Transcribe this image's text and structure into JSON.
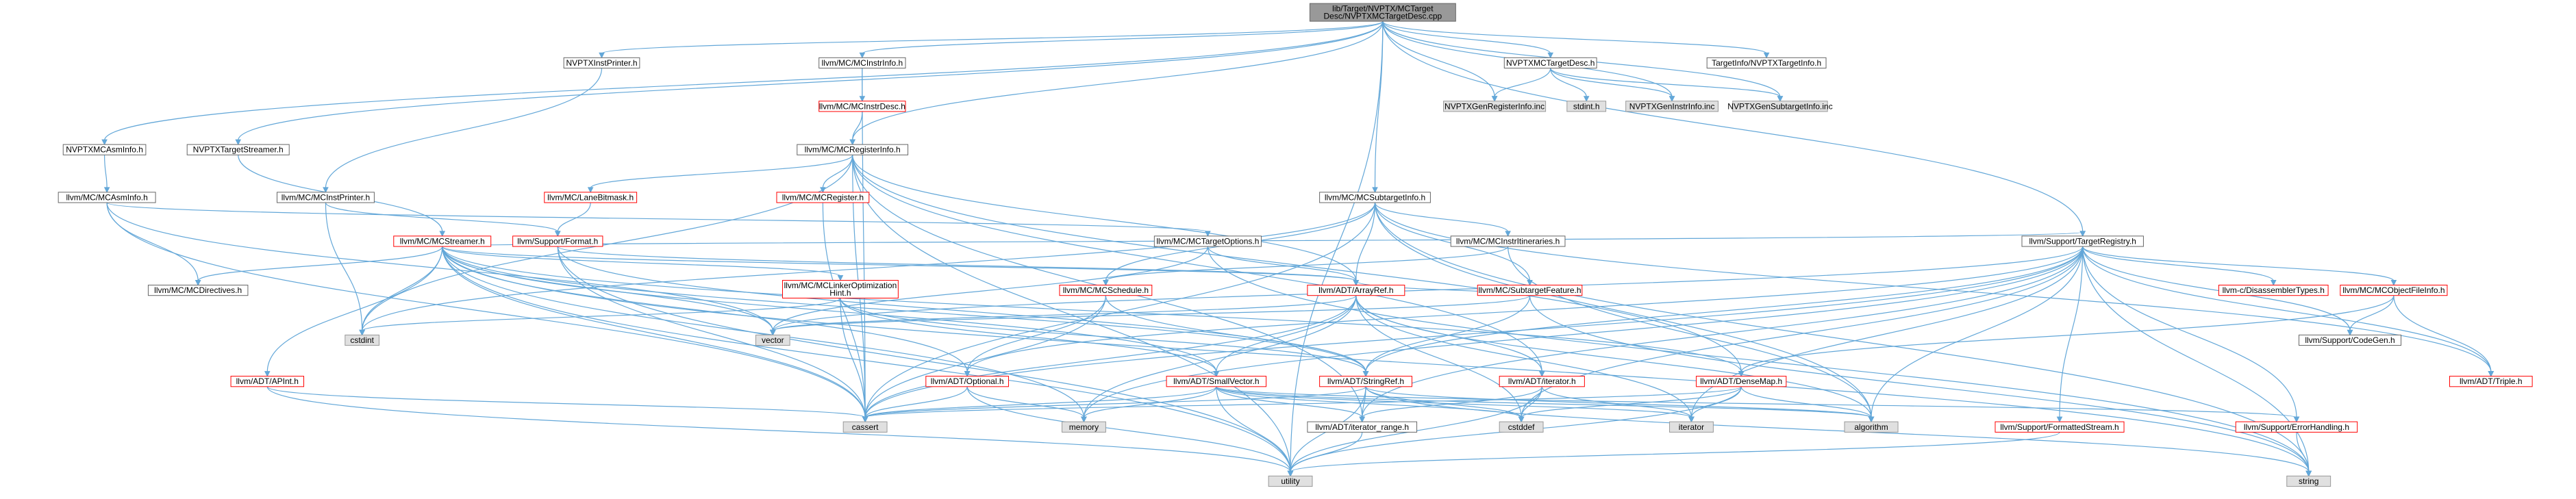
{
  "colors": {
    "root_fill": "#999999",
    "root_border": "#666666",
    "default_fill": "#ffffff",
    "default_border": "#666666",
    "red_border": "#ff0000",
    "gray_fill": "#e0e0e0",
    "gray_border": "#999999",
    "edge": "#63a7d8"
  },
  "nodes": [
    {
      "id": "root",
      "label": [
        "lib/Target/NVPTX/MCTarget",
        "Desc/NVPTXMCTargetDesc.cpp"
      ],
      "style": "root"
    },
    {
      "id": "nvptxinstprinter",
      "label": [
        "NVPTXInstPrinter.h"
      ],
      "style": "default"
    },
    {
      "id": "mcinstrinfo",
      "label": [
        "llvm/MC/MCInstrInfo.h"
      ],
      "style": "default"
    },
    {
      "id": "nvptxmctargetdesch",
      "label": [
        "NVPTXMCTargetDesc.h"
      ],
      "style": "default"
    },
    {
      "id": "targetinfo",
      "label": [
        "TargetInfo/NVPTXTargetInfo.h"
      ],
      "style": "default"
    },
    {
      "id": "mcinstrdesc",
      "label": [
        "llvm/MC/MCInstrDesc.h"
      ],
      "style": "red"
    },
    {
      "id": "genreginfo",
      "label": [
        "NVPTXGenRegisterInfo.inc"
      ],
      "style": "gray"
    },
    {
      "id": "stdint",
      "label": [
        "stdint.h"
      ],
      "style": "gray"
    },
    {
      "id": "geninstrinfo",
      "label": [
        "NVPTXGenInstrInfo.inc"
      ],
      "style": "gray"
    },
    {
      "id": "gensubtargetinfo",
      "label": [
        "NVPTXGenSubtargetInfo.inc"
      ],
      "style": "gray"
    },
    {
      "id": "nvptxmcasminfo",
      "label": [
        "NVPTXMCAsmInfo.h"
      ],
      "style": "default"
    },
    {
      "id": "nvptxtargetstreamer",
      "label": [
        "NVPTXTargetStreamer.h"
      ],
      "style": "default"
    },
    {
      "id": "mcregisterinfo",
      "label": [
        "llvm/MC/MCRegisterInfo.h"
      ],
      "style": "default"
    },
    {
      "id": "mcasminfo",
      "label": [
        "llvm/MC/MCAsmInfo.h"
      ],
      "style": "default"
    },
    {
      "id": "mcinstprinter",
      "label": [
        "llvm/MC/MCInstPrinter.h"
      ],
      "style": "default"
    },
    {
      "id": "lanebitmask",
      "label": [
        "llvm/MC/LaneBitmask.h"
      ],
      "style": "red"
    },
    {
      "id": "mcregister",
      "label": [
        "llvm/MC/MCRegister.h"
      ],
      "style": "red"
    },
    {
      "id": "mcsubtargetinfo",
      "label": [
        "llvm/MC/MCSubtargetInfo.h"
      ],
      "style": "default"
    },
    {
      "id": "supportformat",
      "label": [
        "llvm/Support/Format.h"
      ],
      "style": "red"
    },
    {
      "id": "mcstreamer",
      "label": [
        "llvm/MC/MCStreamer.h"
      ],
      "style": "red"
    },
    {
      "id": "mctargetoptions",
      "label": [
        "llvm/MC/MCTargetOptions.h"
      ],
      "style": "default"
    },
    {
      "id": "mcinstritineraries",
      "label": [
        "llvm/MC/MCInstrItineraries.h"
      ],
      "style": "default"
    },
    {
      "id": "targetregistry",
      "label": [
        "llvm/Support/TargetRegistry.h"
      ],
      "style": "default"
    },
    {
      "id": "mcdirectives",
      "label": [
        "llvm/MC/MCDirectives.h"
      ],
      "style": "default"
    },
    {
      "id": "mclinkeropt",
      "label": [
        "llvm/MC/MCLinkerOptimization",
        "Hint.h"
      ],
      "style": "red"
    },
    {
      "id": "mcschedule",
      "label": [
        "llvm/MC/MCSchedule.h"
      ],
      "style": "red"
    },
    {
      "id": "arrayref",
      "label": [
        "llvm/ADT/ArrayRef.h"
      ],
      "style": "red"
    },
    {
      "id": "subtargetfeature",
      "label": [
        "llvm/MC/SubtargetFeature.h"
      ],
      "style": "red"
    },
    {
      "id": "disassemblertypes",
      "label": [
        "llvm-c/DisassemblerTypes.h"
      ],
      "style": "red"
    },
    {
      "id": "mcobjectfileinfo",
      "label": [
        "llvm/MC/MCObjectFileInfo.h"
      ],
      "style": "red"
    },
    {
      "id": "cstdint",
      "label": [
        "cstdint"
      ],
      "style": "gray"
    },
    {
      "id": "vector",
      "label": [
        "vector"
      ],
      "style": "gray"
    },
    {
      "id": "apint",
      "label": [
        "llvm/ADT/APInt.h"
      ],
      "style": "red"
    },
    {
      "id": "optional",
      "label": [
        "llvm/ADT/Optional.h"
      ],
      "style": "red"
    },
    {
      "id": "smallvector",
      "label": [
        "llvm/ADT/SmallVector.h"
      ],
      "style": "red"
    },
    {
      "id": "stringref",
      "label": [
        "llvm/ADT/StringRef.h"
      ],
      "style": "red"
    },
    {
      "id": "iteratorh",
      "label": [
        "llvm/ADT/iterator.h"
      ],
      "style": "red"
    },
    {
      "id": "densemap",
      "label": [
        "llvm/ADT/DenseMap.h"
      ],
      "style": "red"
    },
    {
      "id": "codegen",
      "label": [
        "llvm/Support/CodeGen.h"
      ],
      "style": "default"
    },
    {
      "id": "triple",
      "label": [
        "llvm/ADT/Triple.h"
      ],
      "style": "red"
    },
    {
      "id": "cassert",
      "label": [
        "cassert"
      ],
      "style": "gray"
    },
    {
      "id": "memory",
      "label": [
        "memory"
      ],
      "style": "gray"
    },
    {
      "id": "iteratorrange",
      "label": [
        "llvm/ADT/iterator_range.h"
      ],
      "style": "default"
    },
    {
      "id": "cstddef",
      "label": [
        "cstddef"
      ],
      "style": "gray"
    },
    {
      "id": "iterator",
      "label": [
        "iterator"
      ],
      "style": "gray"
    },
    {
      "id": "algorithm",
      "label": [
        "algorithm"
      ],
      "style": "gray"
    },
    {
      "id": "formattedstream",
      "label": [
        "llvm/Support/FormattedStream.h"
      ],
      "style": "red"
    },
    {
      "id": "errorhandling",
      "label": [
        "llvm/Support/ErrorHandling.h"
      ],
      "style": "red"
    },
    {
      "id": "utility",
      "label": [
        "utility"
      ],
      "style": "gray"
    },
    {
      "id": "string",
      "label": [
        "string"
      ],
      "style": "gray"
    }
  ],
  "edges": [
    [
      "root",
      "nvptxinstprinter"
    ],
    [
      "root",
      "mcinstrinfo"
    ],
    [
      "root",
      "nvptxmctargetdesch"
    ],
    [
      "root",
      "targetinfo"
    ],
    [
      "root",
      "genreginfo"
    ],
    [
      "root",
      "geninstrinfo"
    ],
    [
      "root",
      "gensubtargetinfo"
    ],
    [
      "root",
      "nvptxmcasminfo"
    ],
    [
      "root",
      "mcregisterinfo"
    ],
    [
      "root",
      "mcsubtargetinfo"
    ],
    [
      "root",
      "targetregistry"
    ],
    [
      "root",
      "utility"
    ],
    [
      "nvptxmctargetdesch",
      "genreginfo"
    ],
    [
      "nvptxmctargetdesch",
      "stdint"
    ],
    [
      "nvptxmctargetdesch",
      "geninstrinfo"
    ],
    [
      "nvptxmctargetdesch",
      "gensubtargetinfo"
    ],
    [
      "nvptxinstprinter",
      "mcinstprinter"
    ],
    [
      "root",
      "nvptxtargetstreamer"
    ],
    [
      "mcinstrinfo",
      "mcinstrdesc"
    ],
    [
      "mcinstrinfo",
      "cassert"
    ],
    [
      "mcinstrdesc",
      "mcregisterinfo"
    ],
    [
      "nvptxmcasminfo",
      "mcasminfo"
    ],
    [
      "nvptxtargetstreamer",
      "mcstreamer"
    ],
    [
      "mcregisterinfo",
      "lanebitmask"
    ],
    [
      "mcregisterinfo",
      "mcregister"
    ],
    [
      "mcregisterinfo",
      "arrayref"
    ],
    [
      "mcregisterinfo",
      "iteratorh"
    ],
    [
      "mcregisterinfo",
      "densemap"
    ],
    [
      "mcregisterinfo",
      "cassert"
    ],
    [
      "mcregisterinfo",
      "cstdint"
    ],
    [
      "mcregisterinfo",
      "utility"
    ],
    [
      "mcregisterinfo",
      "iteratorrange"
    ],
    [
      "mcasminfo",
      "mcdirectives"
    ],
    [
      "mcasminfo",
      "mctargetoptions"
    ],
    [
      "mcasminfo",
      "vector"
    ],
    [
      "mcasminfo",
      "cassert"
    ],
    [
      "mcinstprinter",
      "supportformat"
    ],
    [
      "mcinstprinter",
      "cstdint"
    ],
    [
      "lanebitmask",
      "supportformat"
    ],
    [
      "mcregister",
      "cassert"
    ],
    [
      "mcsubtargetinfo",
      "mcinstritineraries"
    ],
    [
      "mcsubtargetinfo",
      "mcschedule"
    ],
    [
      "mcsubtargetinfo",
      "arrayref"
    ],
    [
      "mcsubtargetinfo",
      "subtargetfeature"
    ],
    [
      "mcsubtargetinfo",
      "triple"
    ],
    [
      "mcsubtargetinfo",
      "algorithm"
    ],
    [
      "mcsubtargetinfo",
      "cassert"
    ],
    [
      "mcsubtargetinfo",
      "cstdint"
    ],
    [
      "mcsubtargetinfo",
      "string"
    ],
    [
      "supportformat",
      "arrayref"
    ],
    [
      "supportformat",
      "stringref"
    ],
    [
      "supportformat",
      "cassert"
    ],
    [
      "supportformat",
      "utility"
    ],
    [
      "mcstreamer",
      "mcdirectives"
    ],
    [
      "mcstreamer",
      "mclinkeropt"
    ],
    [
      "mcstreamer",
      "arrayref"
    ],
    [
      "mcstreamer",
      "apint"
    ],
    [
      "mcstreamer",
      "optional"
    ],
    [
      "mcstreamer",
      "smallvector"
    ],
    [
      "mcstreamer",
      "stringref"
    ],
    [
      "mcstreamer",
      "densemap"
    ],
    [
      "mcstreamer",
      "cassert"
    ],
    [
      "mcstreamer",
      "cstdint"
    ],
    [
      "mcstreamer",
      "memory"
    ],
    [
      "mcstreamer",
      "vector"
    ],
    [
      "mcstreamer",
      "string"
    ],
    [
      "mcstreamer",
      "utility"
    ],
    [
      "mcstreamer",
      "targetregistry"
    ],
    [
      "mctargetoptions",
      "arrayref"
    ],
    [
      "mctargetoptions",
      "string"
    ],
    [
      "mctargetoptions",
      "vector"
    ],
    [
      "mcinstritineraries",
      "mcschedule"
    ],
    [
      "mcinstritineraries",
      "algorithm"
    ],
    [
      "targetregistry",
      "disassemblertypes"
    ],
    [
      "targetregistry",
      "mcobjectfileinfo"
    ],
    [
      "targetregistry",
      "codegen"
    ],
    [
      "targetregistry",
      "triple"
    ],
    [
      "targetregistry",
      "formattedstream"
    ],
    [
      "targetregistry",
      "errorhandling"
    ],
    [
      "targetregistry",
      "iteratorrange"
    ],
    [
      "targetregistry",
      "optional"
    ],
    [
      "targetregistry",
      "stringref"
    ],
    [
      "targetregistry",
      "algorithm"
    ],
    [
      "targetregistry",
      "cassert"
    ],
    [
      "targetregistry",
      "cstddef"
    ],
    [
      "targetregistry",
      "iterator"
    ],
    [
      "targetregistry",
      "memory"
    ],
    [
      "targetregistry",
      "string"
    ],
    [
      "targetregistry",
      "vector"
    ],
    [
      "mclinkeropt",
      "smallvector"
    ],
    [
      "mclinkeropt",
      "stringref"
    ],
    [
      "mclinkeropt",
      "cassert"
    ],
    [
      "mclinkeropt",
      "cstdint"
    ],
    [
      "mcschedule",
      "optional"
    ],
    [
      "mcschedule",
      "stringref"
    ],
    [
      "mcschedule",
      "cassert"
    ],
    [
      "arrayref",
      "smallvector"
    ],
    [
      "arrayref",
      "iteratorh"
    ],
    [
      "arrayref",
      "memory"
    ],
    [
      "arrayref",
      "cassert"
    ],
    [
      "arrayref",
      "cstddef"
    ],
    [
      "arrayref",
      "vector"
    ],
    [
      "arrayref",
      "algorithm"
    ],
    [
      "arrayref",
      "iterator"
    ],
    [
      "subtargetfeature",
      "arrayref"
    ],
    [
      "subtargetfeature",
      "stringref"
    ],
    [
      "subtargetfeature",
      "string"
    ],
    [
      "subtargetfeature",
      "vector"
    ],
    [
      "mcobjectfileinfo",
      "densemap"
    ],
    [
      "mcobjectfileinfo",
      "triple"
    ],
    [
      "mcobjectfileinfo",
      "codegen"
    ],
    [
      "apint",
      "cassert"
    ],
    [
      "apint",
      "utility"
    ],
    [
      "optional",
      "cassert"
    ],
    [
      "optional",
      "utility"
    ],
    [
      "optional",
      "memory"
    ],
    [
      "smallvector",
      "iteratorrange"
    ],
    [
      "smallvector",
      "algorithm"
    ],
    [
      "smallvector",
      "cassert"
    ],
    [
      "smallvector",
      "cstddef"
    ],
    [
      "smallvector",
      "iterator"
    ],
    [
      "smallvector",
      "memory"
    ],
    [
      "smallvector",
      "utility"
    ],
    [
      "smallvector",
      "errorhandling"
    ],
    [
      "stringref",
      "iteratorrange"
    ],
    [
      "stringref",
      "algorithm"
    ],
    [
      "stringref",
      "cassert"
    ],
    [
      "stringref",
      "cstddef"
    ],
    [
      "stringref",
      "string"
    ],
    [
      "stringref",
      "utility"
    ],
    [
      "iteratorh",
      "iteratorrange"
    ],
    [
      "iteratorh",
      "cstddef"
    ],
    [
      "iteratorh",
      "iterator"
    ],
    [
      "iteratorh",
      "utility"
    ],
    [
      "densemap",
      "algorithm"
    ],
    [
      "densemap",
      "cassert"
    ],
    [
      "densemap",
      "cstddef"
    ],
    [
      "densemap",
      "iterator"
    ],
    [
      "densemap",
      "utility"
    ],
    [
      "iteratorrange",
      "utility"
    ],
    [
      "formattedstream",
      "utility"
    ],
    [
      "errorhandling",
      "string"
    ]
  ]
}
